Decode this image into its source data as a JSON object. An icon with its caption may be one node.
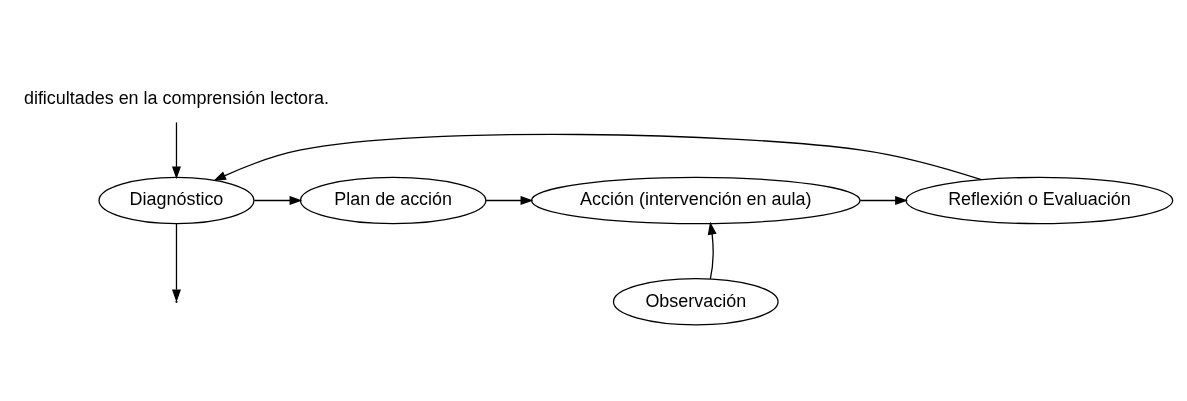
{
  "diagram": {
    "nodes": [
      {
        "text": [
          "dificultades en la comprensión lectora."
        ]
      },
      {
        "text": [
          "Diagnóstico"
        ]
      },
      {
        "text": [
          "Plan de acción"
        ]
      },
      {
        "text": [
          "Acción (intervención en aula)"
        ]
      },
      {
        "text": [
          "Reflexión o Evaluación"
        ]
      },
      {
        "text": [
          "Observación"
        ]
      }
    ],
    "edges": [
      {
        "from": 0,
        "to": 1,
        "arrow": "to"
      },
      {
        "from": 1,
        "to": 2,
        "arrow": "to"
      },
      {
        "from": 2,
        "to": 3,
        "arrow": "to"
      },
      {
        "from": 3,
        "to": 4,
        "arrow": "to"
      },
      {
        "from": 5,
        "to": 3,
        "arrow": "to"
      },
      {
        "from": 4,
        "to": 1,
        "arrow": "to"
      },
      {
        "from": 1,
        "to": null,
        "arrow": "to"
      }
    ]
  }
}
